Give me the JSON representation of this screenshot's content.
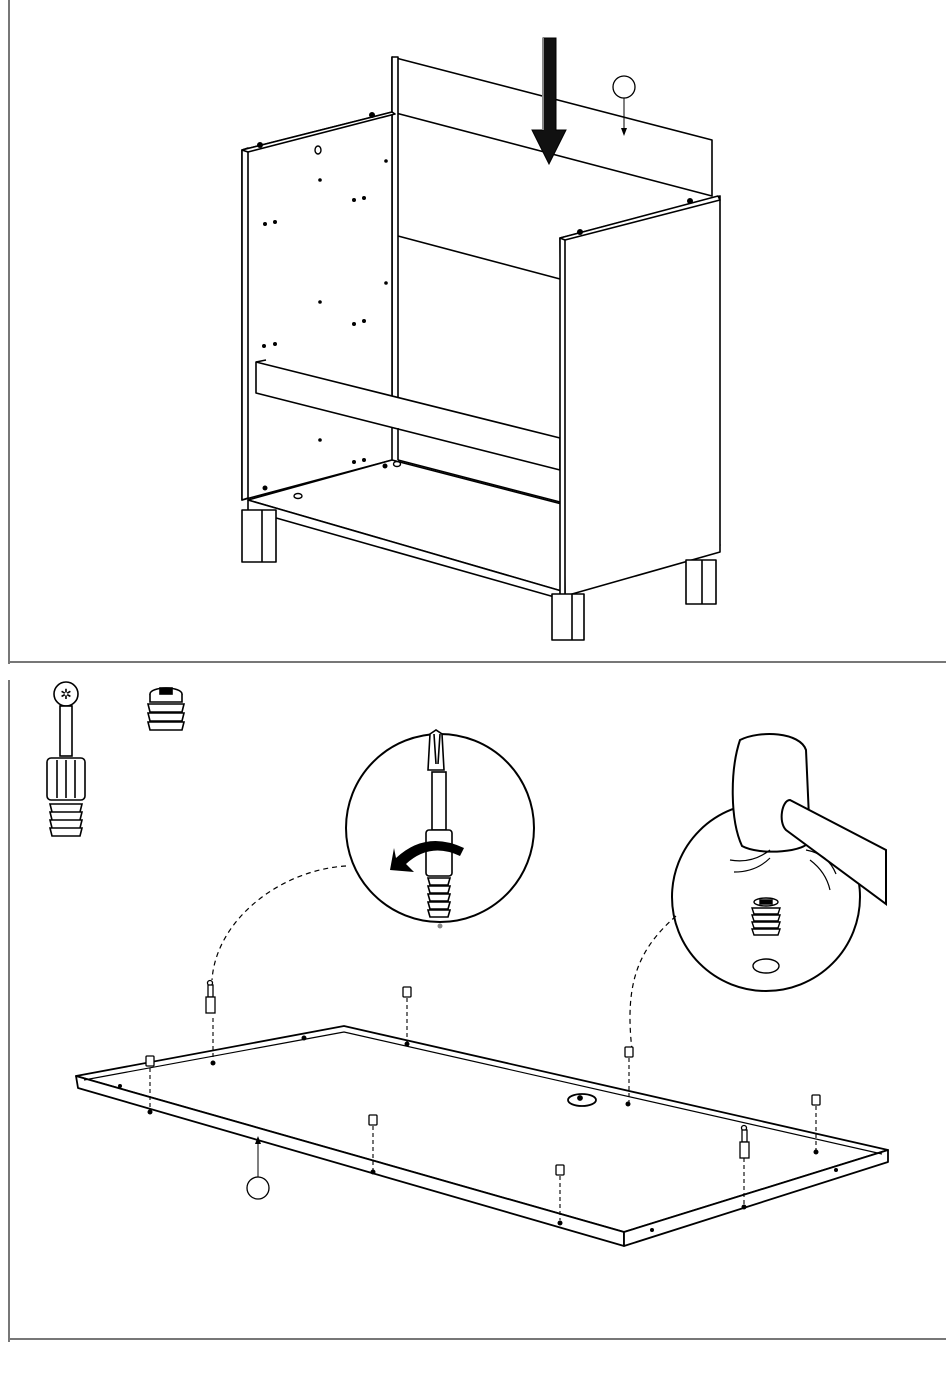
{
  "diagram": {
    "step_top": {
      "callout_number": "",
      "parts": [
        "left-side-panel",
        "right-side-panel",
        "back-panel",
        "bottom-panel",
        "front-rail",
        "legs"
      ]
    },
    "step_bottom": {
      "callout_number": "",
      "hardware": [
        "cam-bolt",
        "dowel-insert"
      ],
      "tools": [
        "screwdriver-icon",
        "mallet-icon"
      ]
    },
    "colors": {
      "line": "#000000",
      "fill": "#ffffff",
      "frame": "#777777"
    }
  }
}
